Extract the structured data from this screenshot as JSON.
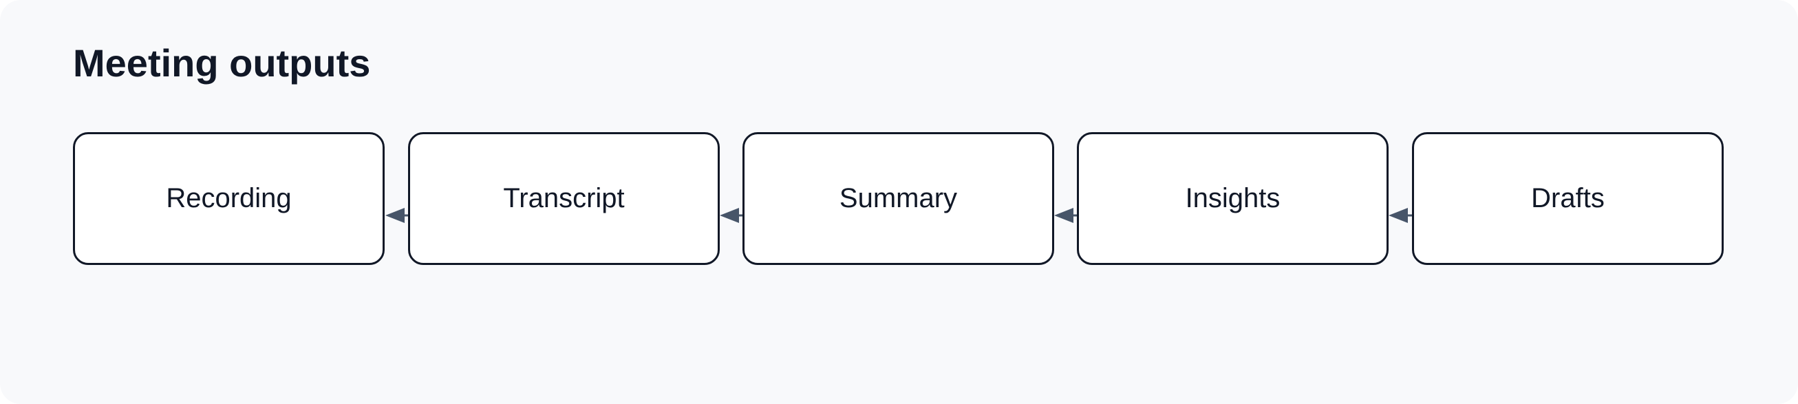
{
  "diagram": {
    "title": "Meeting outputs",
    "nodes": [
      {
        "id": "recording",
        "label": "Recording"
      },
      {
        "id": "transcript",
        "label": "Transcript"
      },
      {
        "id": "summary",
        "label": "Summary"
      },
      {
        "id": "insights",
        "label": "Insights"
      },
      {
        "id": "drafts",
        "label": "Drafts"
      }
    ],
    "edges": [
      {
        "from": "transcript",
        "to": "recording"
      },
      {
        "from": "summary",
        "to": "transcript"
      },
      {
        "from": "insights",
        "to": "summary"
      },
      {
        "from": "drafts",
        "to": "insights"
      }
    ],
    "colors": {
      "background": "#f8f9fb",
      "node_border": "#111827",
      "node_fill": "#ffffff",
      "text": "#111827",
      "arrow": "#475569"
    }
  }
}
